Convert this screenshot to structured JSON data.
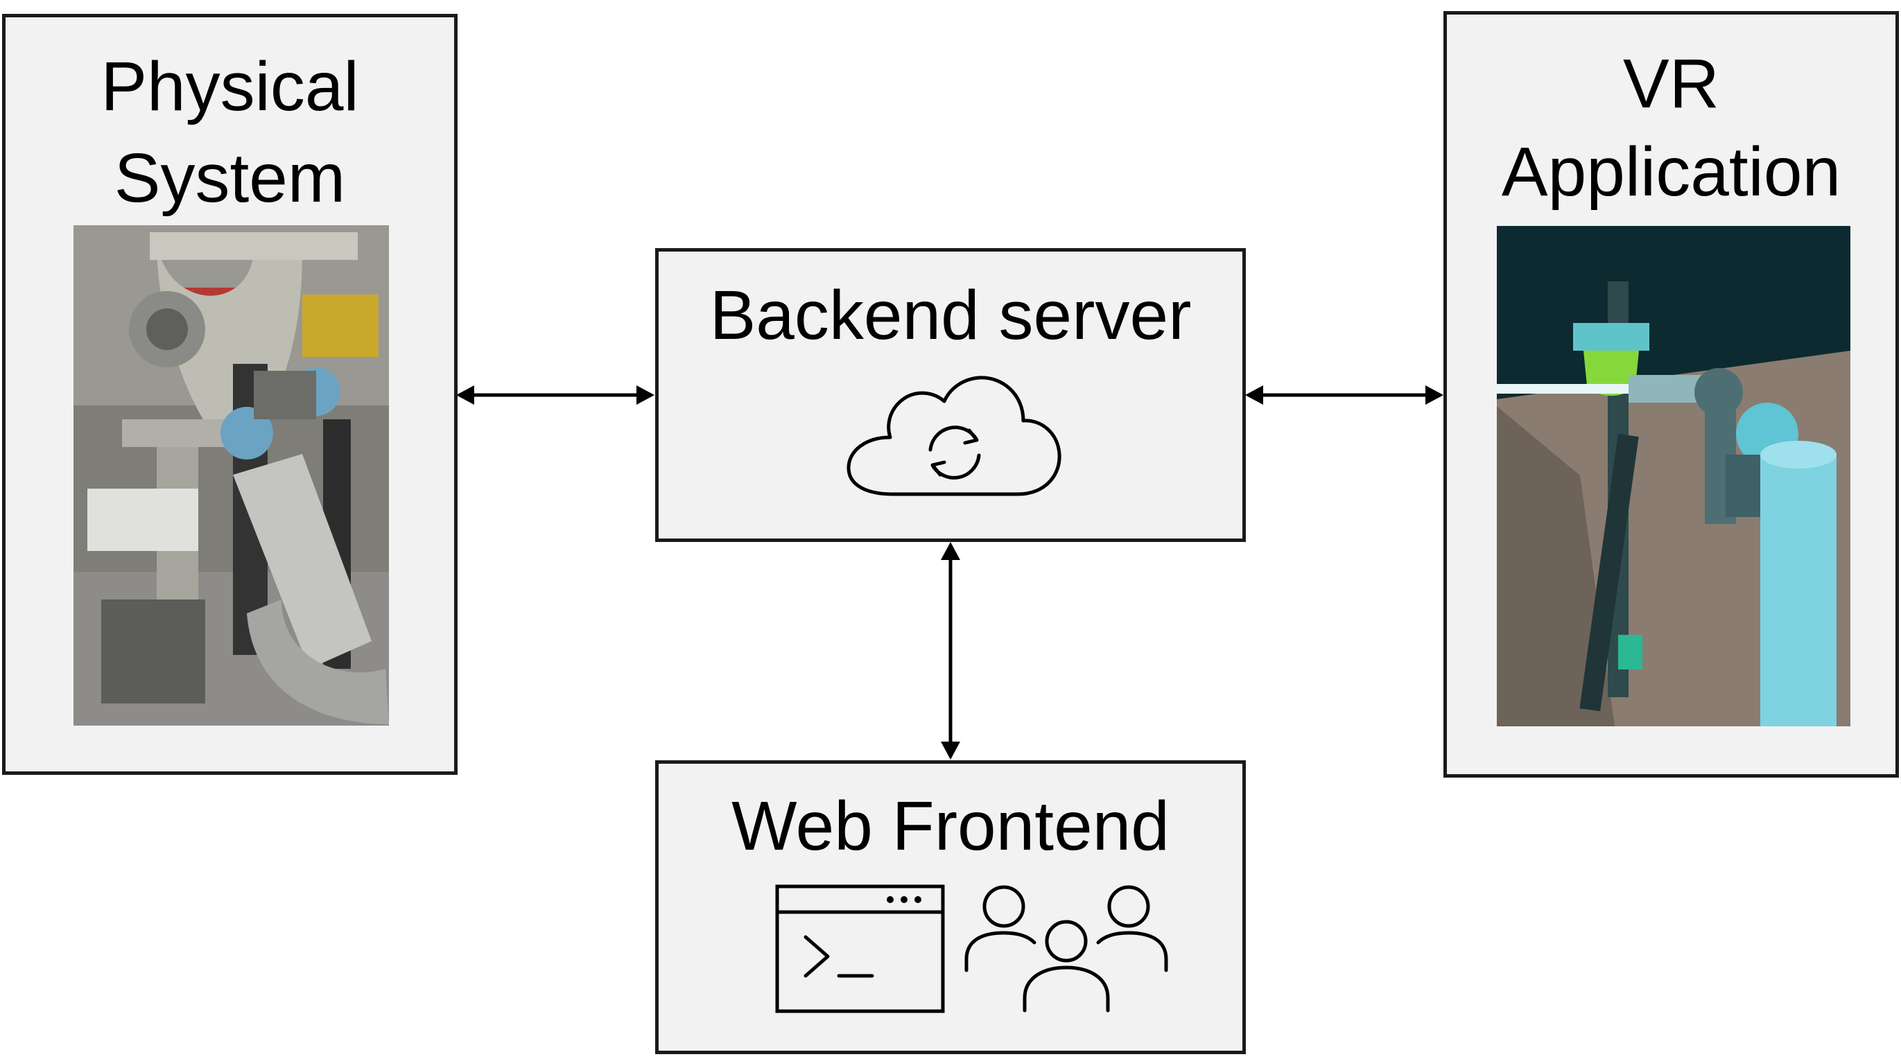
{
  "diagram": {
    "physical_system": {
      "title_line1": "Physical",
      "title_line2": "System"
    },
    "vr_application": {
      "title_line1": "VR",
      "title_line2": "Application"
    },
    "backend_server": {
      "title": "Backend server",
      "icon": "cloud-sync-icon"
    },
    "web_frontend": {
      "title": "Web Frontend",
      "icons": [
        "terminal-window-icon",
        "users-group-icon"
      ]
    },
    "connections": [
      {
        "from": "Physical System",
        "to": "Backend server",
        "direction": "bidirectional"
      },
      {
        "from": "VR Application",
        "to": "Backend server",
        "direction": "bidirectional"
      },
      {
        "from": "Web Frontend",
        "to": "Backend server",
        "direction": "bidirectional"
      }
    ]
  }
}
